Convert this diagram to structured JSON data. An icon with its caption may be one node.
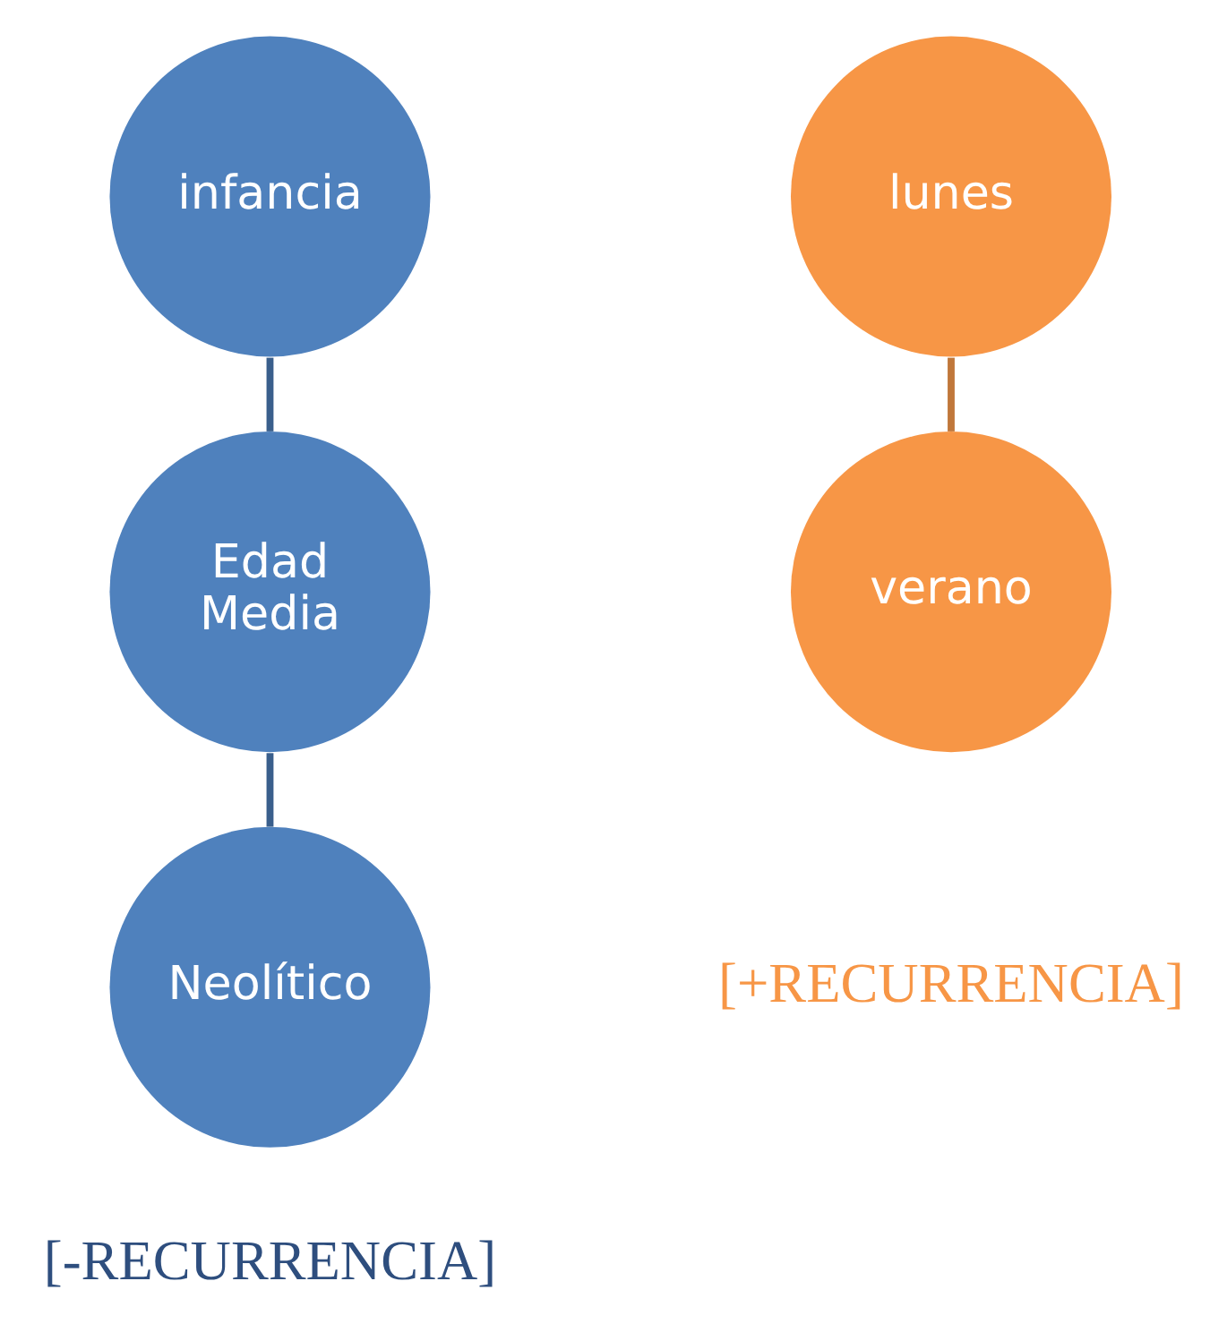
{
  "diagram": {
    "nodes": [
      {
        "text": [
          "infancia"
        ]
      },
      {
        "text": [
          "Edad Media"
        ]
      },
      {
        "text": [
          "Neolítico"
        ]
      },
      {
        "text": [
          "lunes"
        ]
      },
      {
        "text": [
          "verano"
        ]
      }
    ],
    "edges": [
      {
        "from": 0,
        "to": 1,
        "arrow": "none",
        "color": "#3a5f8c"
      },
      {
        "from": 1,
        "to": 2,
        "arrow": "none",
        "color": "#3a5f8c"
      },
      {
        "from": 3,
        "to": 4,
        "arrow": "none",
        "color": "#c0773a"
      }
    ],
    "labels": [
      "[-RECURRENCIA]",
      "[+RECURRENCIA]"
    ]
  }
}
